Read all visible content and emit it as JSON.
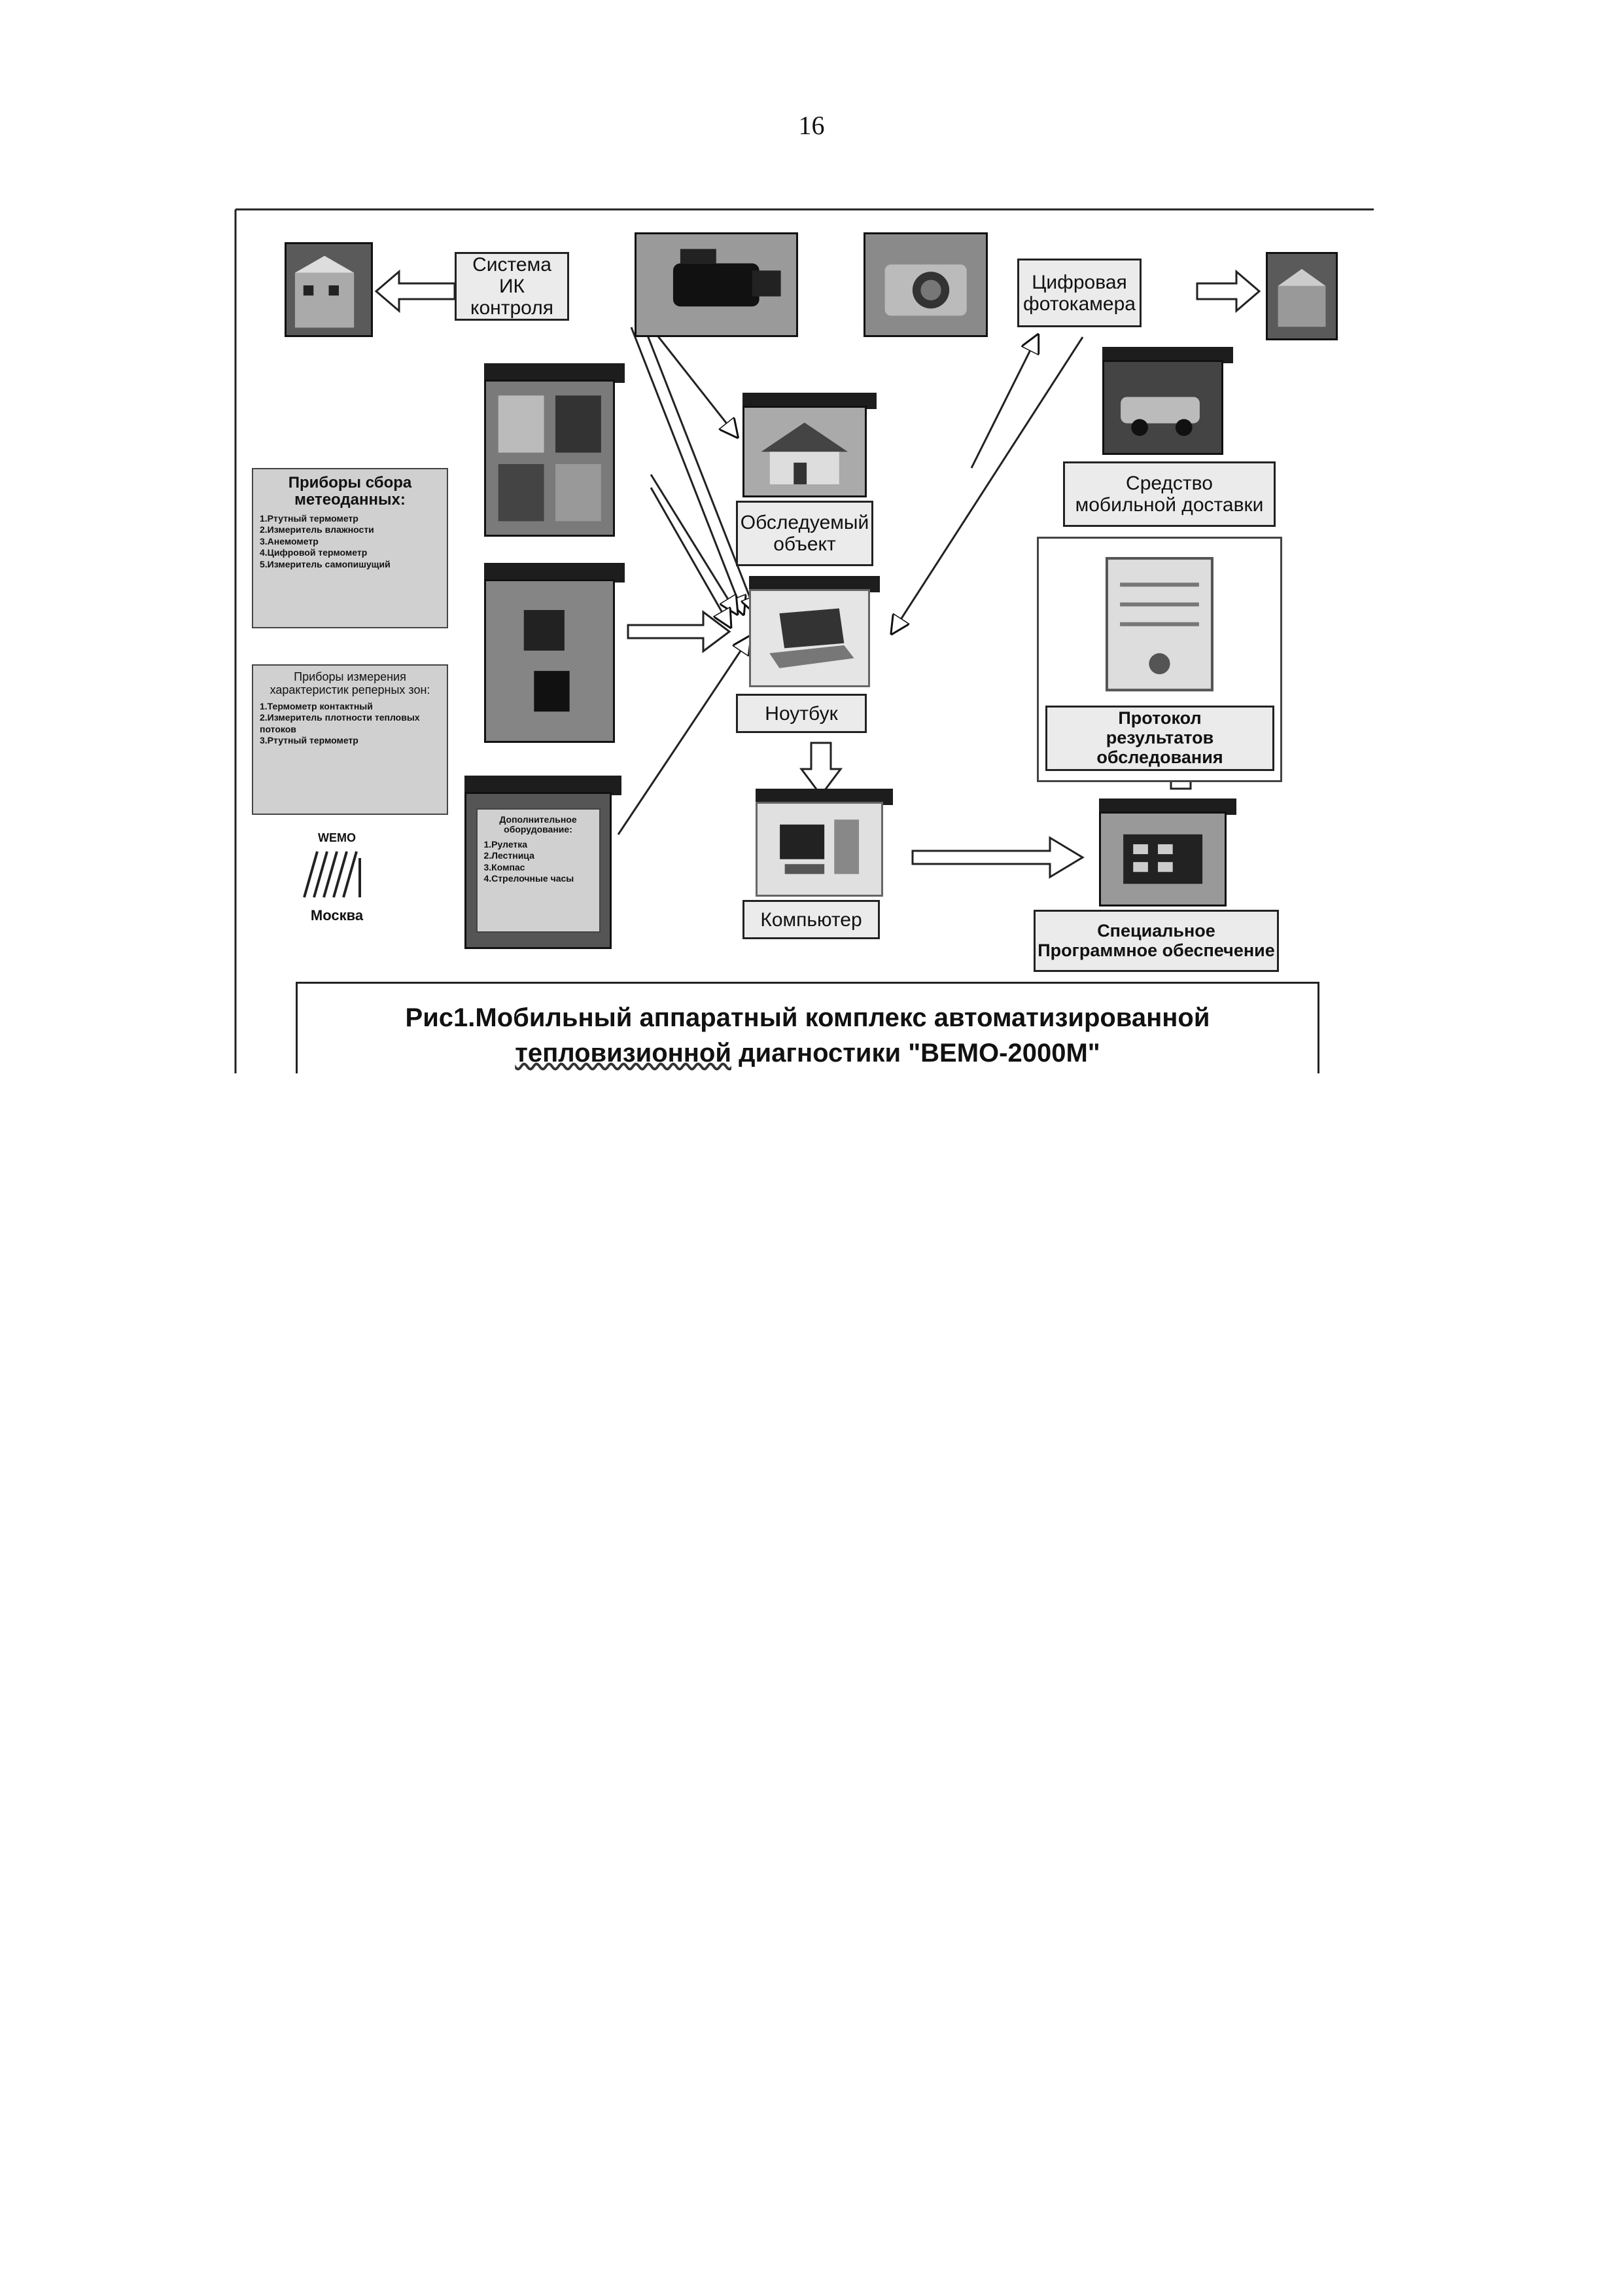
{
  "page_number": "16",
  "labels": {
    "ik_system": "Система\nИК контроля",
    "digital_camera": "Цифровая\nфотокамера",
    "survey_object": "Обследуемый\nобъект",
    "mobile_delivery": "Средство\nмобильной доставки",
    "laptop": "Ноутбук",
    "computer": "Компьютер",
    "protocol": "Протокол\nрезультатов обследования",
    "special_software": "Специальное\nПрограммное обеспечение"
  },
  "notes": {
    "meteo": {
      "title": "Приборы сбора метеоданных:",
      "items": [
        "1.Ртутный термометр",
        "2.Измеритель влажности",
        "3.Анемометр",
        "4.Цифровой термометр",
        "5.Измеритель самопишущий"
      ]
    },
    "zones": {
      "title": "Приборы измерения характеристик реперных зон:",
      "items": [
        "1.Термометр контактный",
        "2.Измеритель плотности тепловых потоков",
        "3.Ртутный термометр"
      ]
    },
    "extra": {
      "title": "Дополнительное оборудование:",
      "items": [
        "1.Рулетка",
        "2.Лестница",
        "3.Компас",
        "4.Стрелочные часы"
      ]
    }
  },
  "logo": {
    "top": "WEMO",
    "bottom": "Москва"
  },
  "caption": {
    "line1": "Рис1.Мобильный аппаратный комплекс автоматизированной",
    "line2_underlined": "тепловизионной",
    "line2_rest": " диагностики \"ВЕМО-2000М\""
  },
  "icons": [
    "building-photo-icon",
    "video-camera-icon",
    "photo-camera-icon",
    "building-photo-icon",
    "delivery-vehicle-icon",
    "house-photo-icon",
    "laptop-icon",
    "computer-icon",
    "document-icon",
    "software-screen-icon"
  ]
}
